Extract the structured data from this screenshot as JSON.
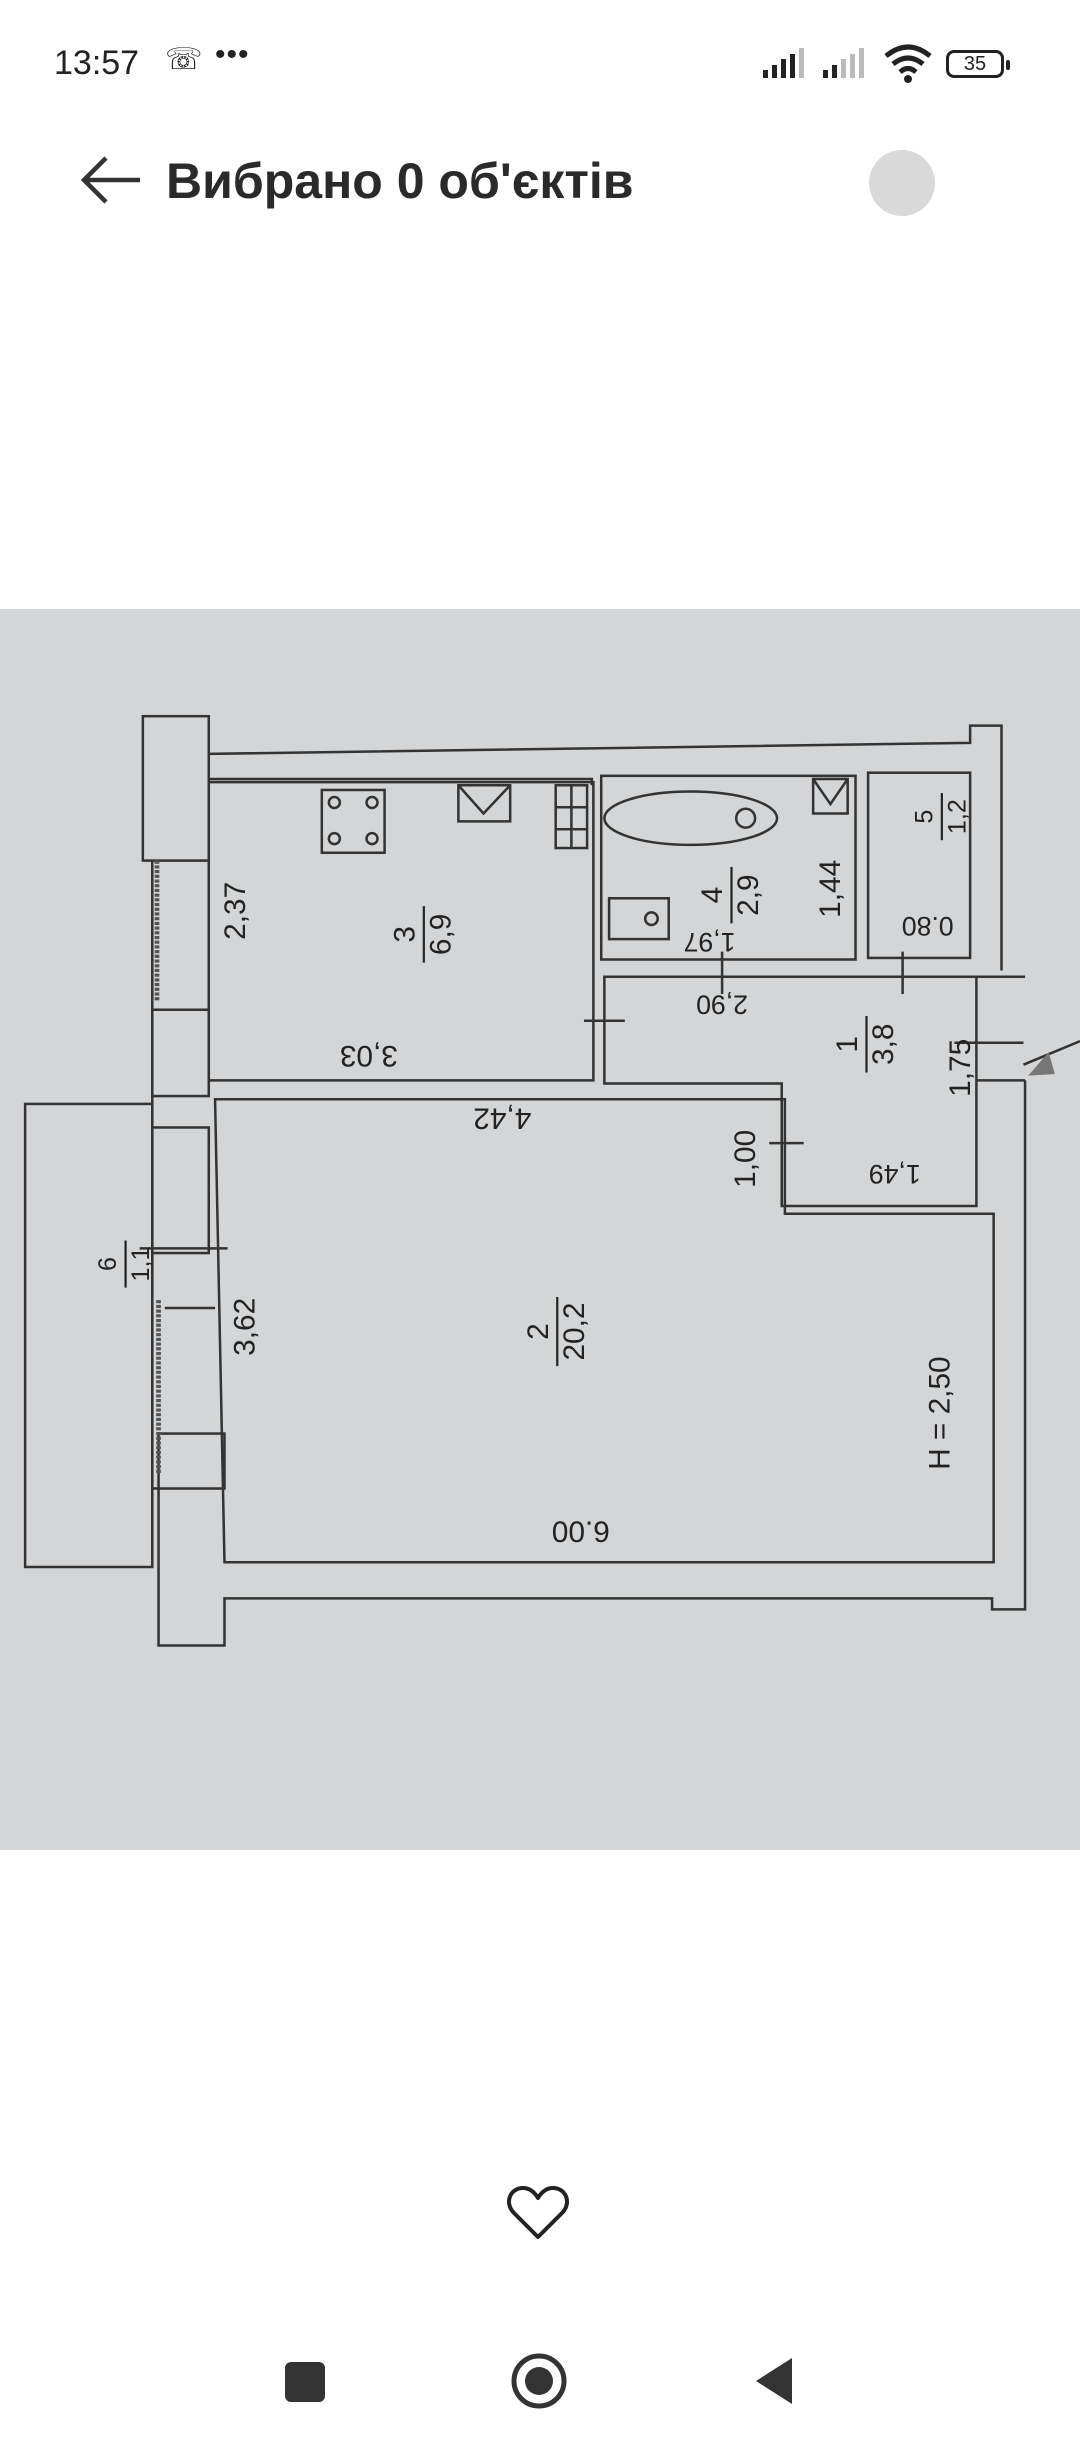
{
  "status_bar": {
    "time": "13:57",
    "more": "•••",
    "battery": "35"
  },
  "header": {
    "title": "Вибрано 0 об'єктів"
  },
  "floor_plan": {
    "rooms": [
      {
        "num": "1",
        "area": "3,8"
      },
      {
        "num": "2",
        "area": "20,2"
      },
      {
        "num": "3",
        "area": "6,9"
      },
      {
        "num": "4",
        "area": "2,9"
      },
      {
        "num": "5",
        "area": "1,2"
      },
      {
        "num": "6",
        "area": "1,1"
      }
    ],
    "dimensions": {
      "d237": "2,37",
      "d303": "3,03",
      "d442": "4,42",
      "d144": "1,44",
      "d197": "1,97",
      "d290": "2,90",
      "d080": "0.80",
      "d175": "1,75",
      "d100": "1,00",
      "d149": "1,49",
      "d362": "3,62",
      "d600": "6.00",
      "height": "H = 2,50"
    }
  },
  "colors": {
    "photo_bg": "#d3d5d7",
    "line": "#333333",
    "avatar": "#d9d9d9"
  }
}
